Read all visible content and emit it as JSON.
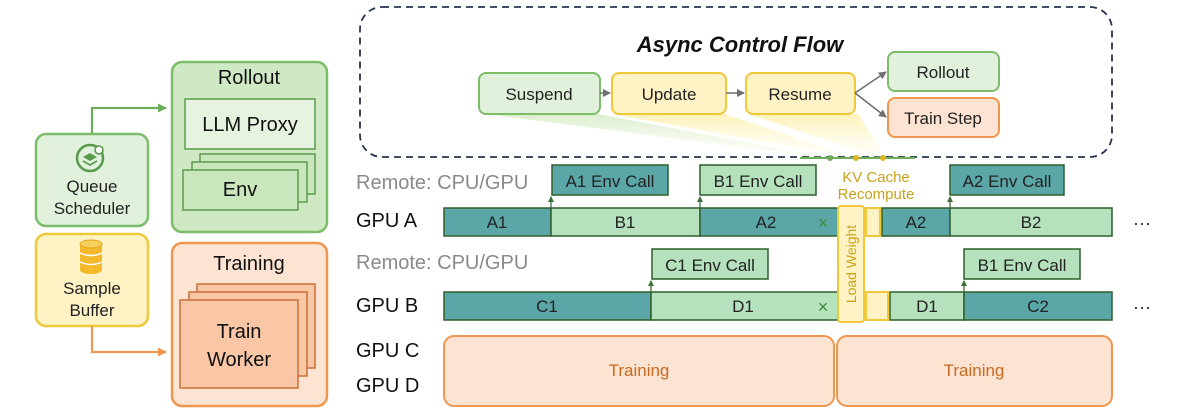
{
  "colors": {
    "green_fill": "#e1f1dc",
    "green_stroke": "#7cbd6a",
    "teal_fill": "#5ba6a7",
    "light_green_fill": "#b5e1bd",
    "bar_stroke": "#2f5e2a",
    "yellow_fill": "#fff3c6",
    "yellow_stroke": "#f0c93a",
    "orange_fill": "#fde3d2",
    "orange_stroke": "#ef9650",
    "orange_text": "#c96a1e",
    "gold_text": "#c9a21c"
  },
  "left": {
    "rollout_title": "Rollout",
    "llm_proxy": "LLM Proxy",
    "env": "Env",
    "queue_line1": "Queue",
    "queue_line2": "Scheduler",
    "queue_icon": "gear-layers-icon",
    "sample_line1": "Sample",
    "sample_line2": "Buffer",
    "sample_icon": "database-icon",
    "training_title": "Training",
    "train_line1": "Train",
    "train_line2": "Worker"
  },
  "flow": {
    "title": "Async Control Flow",
    "suspend": "Suspend",
    "update": "Update",
    "resume": "Resume",
    "rollout": "Rollout",
    "train_step": "Train Step"
  },
  "timeline": {
    "remote_a": "Remote: CPU/GPU",
    "remote_b": "Remote: CPU/GPU",
    "gpu_a": "GPU A",
    "gpu_b": "GPU B",
    "gpu_c": "GPU C",
    "gpu_d": "GPU D",
    "calls": {
      "a1": "A1 Env Call",
      "b1_top": "B1 Env Call",
      "a2": "A2 Env Call",
      "c1": "C1 Env Call",
      "b1_bottom": "B1 Env Call"
    },
    "kv_line1": "KV Cache",
    "kv_line2": "Recompute",
    "load_weight": "Load Weight",
    "rowA": {
      "a1": "A1",
      "b1": "B1",
      "a2": "A2",
      "a2b": "A2",
      "b2": "B2"
    },
    "rowB": {
      "c1": "C1",
      "d1": "D1",
      "d1b": "D1",
      "c2": "C2"
    },
    "cross": "×",
    "ellipsis": "···",
    "training1": "Training",
    "training2": "Training"
  }
}
